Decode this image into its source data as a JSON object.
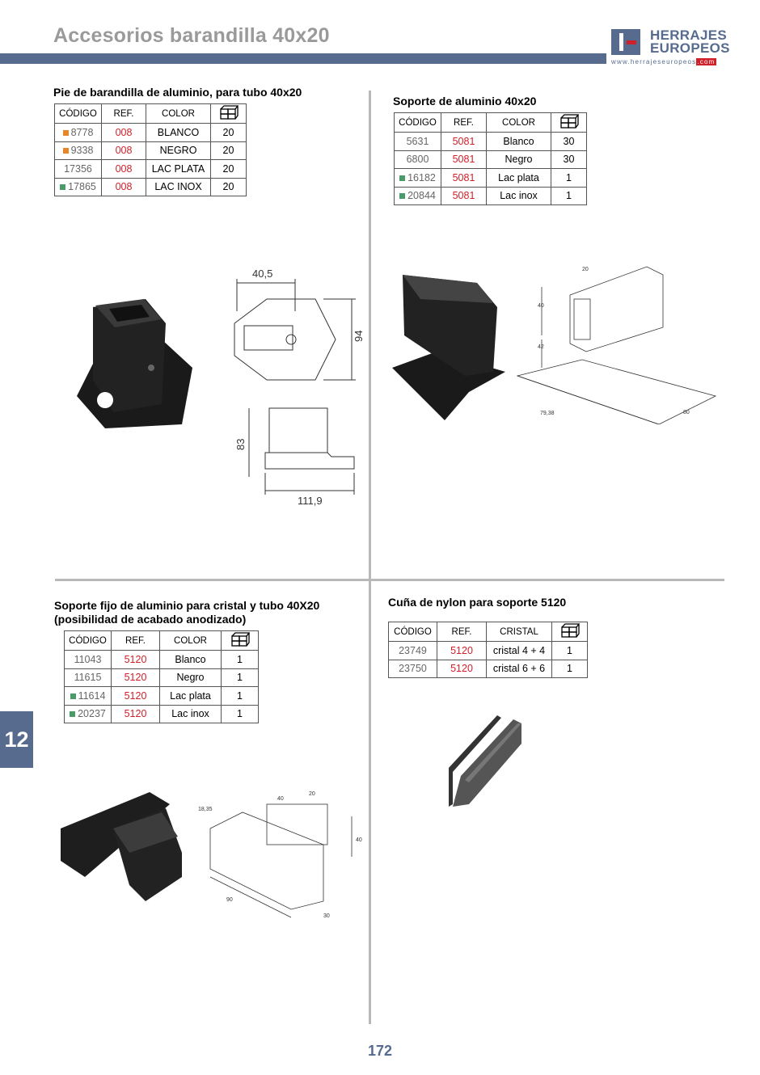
{
  "header": {
    "title": "Accesorios barandilla 40x20",
    "logo_line1": "HERRAJES",
    "logo_line2": "EUROPEOS",
    "logo_url": "www.herrajeseuropeos",
    "logo_tld": ".com"
  },
  "colors": {
    "accent": "#566b8e",
    "ref_red": "#d0202a",
    "orange": "#e8862a",
    "green": "#4a9a6a"
  },
  "sections": [
    {
      "title": "Pie de barandilla de aluminio, para tubo 40x20",
      "headers": [
        "CÓDIGO",
        "REF.",
        "COLOR",
        "box-icon"
      ],
      "rows": [
        {
          "mark": "orange",
          "code": "8778",
          "ref": "008",
          "color": "BLANCO",
          "qty": "20"
        },
        {
          "mark": "orange",
          "code": "9338",
          "ref": "008",
          "color": "NEGRO",
          "qty": "20"
        },
        {
          "mark": "",
          "code": "17356",
          "ref": "008",
          "color": "LAC PLATA",
          "qty": "20"
        },
        {
          "mark": "green",
          "code": "17865",
          "ref": "008",
          "color": "LAC INOX",
          "qty": "20"
        }
      ],
      "dims": [
        "40,5",
        "94",
        "83",
        "111,9"
      ]
    },
    {
      "title": "Soporte de aluminio 40x20",
      "headers": [
        "CÓDIGO",
        "REF.",
        "COLOR",
        "box-icon"
      ],
      "rows": [
        {
          "mark": "",
          "code": "5631",
          "ref": "5081",
          "color": "Blanco",
          "qty": "30"
        },
        {
          "mark": "",
          "code": "6800",
          "ref": "5081",
          "color": "Negro",
          "qty": "30"
        },
        {
          "mark": "green",
          "code": "16182",
          "ref": "5081",
          "color": "Lac plata",
          "qty": "1"
        },
        {
          "mark": "green",
          "code": "20844",
          "ref": "5081",
          "color": "Lac inox",
          "qty": "1"
        }
      ],
      "dims": [
        "20",
        "40",
        "42",
        "79,38",
        "80"
      ]
    },
    {
      "title": "Soporte fijo de aluminio para cristal y tubo 40X20",
      "title2": "(posibilidad de acabado anodizado)",
      "headers": [
        "CÓDIGO",
        "REF.",
        "COLOR",
        "box-icon"
      ],
      "rows": [
        {
          "mark": "",
          "code": "11043",
          "ref": "5120",
          "color": "Blanco",
          "qty": "1"
        },
        {
          "mark": "",
          "code": "11615",
          "ref": "5120",
          "color": "Negro",
          "qty": "1"
        },
        {
          "mark": "green",
          "code": "11614",
          "ref": "5120",
          "color": "Lac plata",
          "qty": "1"
        },
        {
          "mark": "green",
          "code": "20237",
          "ref": "5120",
          "color": "Lac inox",
          "qty": "1"
        }
      ],
      "dims": [
        "18,35",
        "40",
        "20",
        "40",
        "90",
        "30"
      ]
    },
    {
      "title": "Cuña de nylon para soporte 5120",
      "headers": [
        "CÓDIGO",
        "REF.",
        "CRISTAL",
        "box-icon"
      ],
      "rows": [
        {
          "mark": "",
          "code": "23749",
          "ref": "5120",
          "color": "cristal 4 + 4",
          "qty": "1"
        },
        {
          "mark": "",
          "code": "23750",
          "ref": "5120",
          "color": "cristal 6 + 6",
          "qty": "1"
        }
      ],
      "dims": []
    }
  ],
  "side_tab": "12",
  "page_number": "172"
}
